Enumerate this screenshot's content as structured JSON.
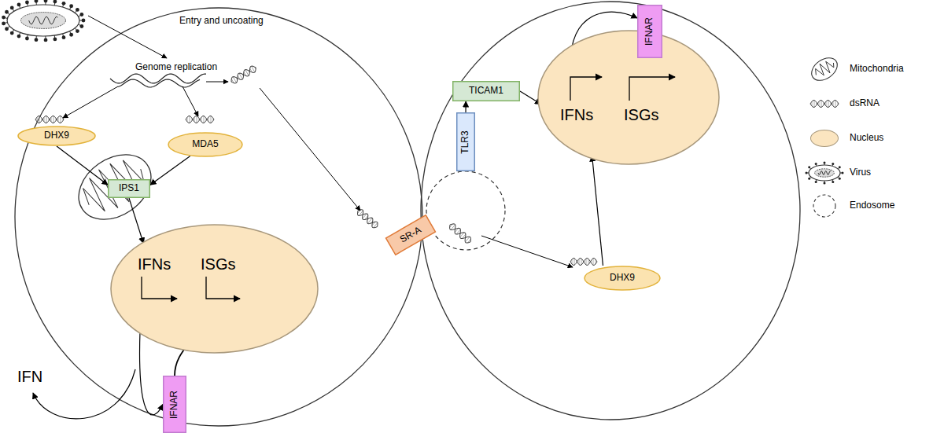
{
  "diagram": {
    "nodes": [
      {
        "text": [
          "DHX9"
        ]
      },
      {
        "text": [
          "MDA5"
        ]
      },
      {
        "text": [
          "IPS1"
        ]
      },
      {
        "text": [
          "IFNs",
          "ISGs"
        ]
      },
      {
        "text": [
          "IFNAR"
        ]
      },
      {
        "text": [
          "SR-A"
        ]
      },
      {
        "text": [
          "TLR3"
        ]
      },
      {
        "text": [
          "TICAM1"
        ]
      },
      {
        "text": [
          "IFNs",
          "ISGs"
        ]
      },
      {
        "text": [
          "IFNAR"
        ]
      },
      {
        "text": [
          "DHX9"
        ]
      }
    ],
    "edges": [
      {
        "from": 0,
        "to": 2,
        "arrow": "to"
      },
      {
        "from": 1,
        "to": 2,
        "arrow": "to"
      },
      {
        "from": 2,
        "to": 3,
        "arrow": "to"
      },
      {
        "from": 4,
        "to": 3,
        "arrow": "to"
      },
      {
        "from": 3,
        "to": 4,
        "arrow": "to"
      },
      {
        "from": 6,
        "to": 7,
        "arrow": "to"
      },
      {
        "from": 7,
        "to": 8,
        "arrow": "to"
      },
      {
        "from": 10,
        "to": 8,
        "arrow": "to"
      },
      {
        "from": 9,
        "to": 8,
        "arrow": "to"
      },
      {
        "from": 8,
        "to": 9,
        "arrow": "to"
      }
    ],
    "labels": [
      "Entry and uncoating",
      "Genome replication",
      "IFN"
    ],
    "legend": [
      {
        "text": "Mitochondria"
      },
      {
        "text": "dsRNA"
      },
      {
        "text": "Nucleus",
        "color": "#fbe5c0"
      },
      {
        "text": "Virus"
      },
      {
        "text": "Endosome"
      }
    ]
  }
}
